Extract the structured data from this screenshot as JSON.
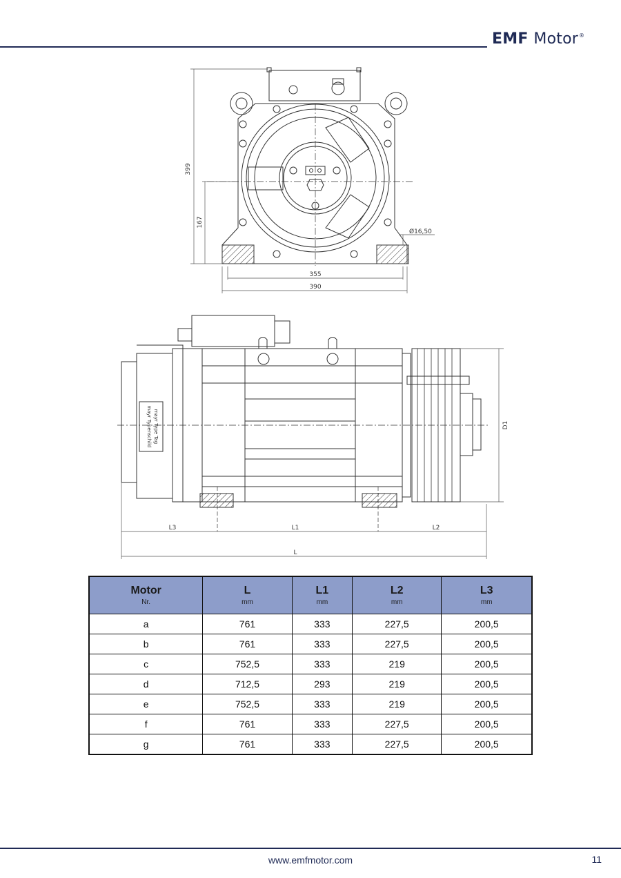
{
  "header": {
    "brand_bold": "EMF",
    "brand_regular": "Motor",
    "brand_mark": "®"
  },
  "front_view": {
    "dim_height": "399",
    "dim_axis_height": "167",
    "dim_hole": "Ø16,50",
    "dim_foot_inner": "355",
    "dim_foot_outer": "390"
  },
  "side_view": {
    "dim_d1": "D1",
    "dim_l3": "L3",
    "dim_l1": "L1",
    "dim_l2": "L2",
    "dim_l": "L",
    "nameplate_line1": "mayr Typenschild",
    "nameplate_line2": "mayr Type Tag"
  },
  "table": {
    "headers": [
      {
        "label": "Motor",
        "unit": "Nr."
      },
      {
        "label": "L",
        "unit": "mm"
      },
      {
        "label": "L1",
        "unit": "mm"
      },
      {
        "label": "L2",
        "unit": "mm"
      },
      {
        "label": "L3",
        "unit": "mm"
      }
    ],
    "rows": [
      [
        "a",
        "761",
        "333",
        "227,5",
        "200,5"
      ],
      [
        "b",
        "761",
        "333",
        "227,5",
        "200,5"
      ],
      [
        "c",
        "752,5",
        "333",
        "219",
        "200,5"
      ],
      [
        "d",
        "712,5",
        "293",
        "219",
        "200,5"
      ],
      [
        "e",
        "752,5",
        "333",
        "219",
        "200,5"
      ],
      [
        "f",
        "761",
        "333",
        "227,5",
        "200,5"
      ],
      [
        "g",
        "761",
        "333",
        "227,5",
        "200,5"
      ]
    ]
  },
  "footer": {
    "website": "www.emfmotor.com",
    "page_number": "11"
  },
  "colors": {
    "brand": "#1f2a55",
    "table_header": "#8d9dca"
  }
}
